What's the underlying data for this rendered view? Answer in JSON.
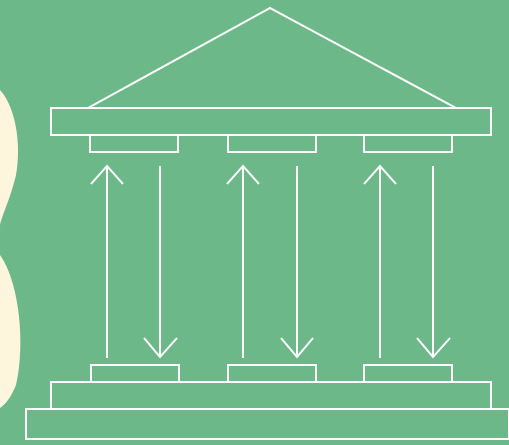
{
  "illustration": {
    "subject": "bank-building-icon",
    "background_color": "#6cb888",
    "line_color": "#ffffff",
    "accent_shape_color": "#fdf6dc",
    "column_count": 3,
    "arrows": {
      "up_count": 3,
      "down_count": 3
    }
  }
}
